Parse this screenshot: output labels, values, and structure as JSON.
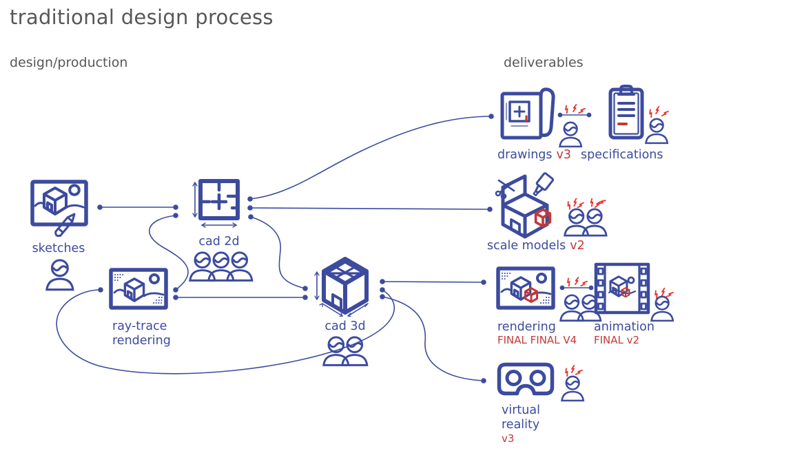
{
  "title": "traditional design process",
  "sections": {
    "left": "design/production",
    "right": "deliverables"
  },
  "colors": {
    "blue": "#3c4b9e",
    "red": "#c23937",
    "bolt": "#ea2f2b",
    "heading": "#575757"
  },
  "nodes": {
    "sketches": {
      "label": "sketches",
      "icon": "sketch-image-icon",
      "people": 1
    },
    "cad2d": {
      "label": "cad 2d",
      "icon": "floorplan-icon",
      "people": 3
    },
    "raytrace": {
      "label": "ray-trace rendering",
      "icon": "raytrace-image-icon",
      "people": 0
    },
    "cad3d": {
      "label": "cad 3d",
      "icon": "house-3d-icon",
      "people": 2
    }
  },
  "deliverables": {
    "drawings": {
      "label": "drawings",
      "version": "v3",
      "icon": "blueprint-icon",
      "people": 1
    },
    "specifications": {
      "label": "specifications",
      "version": "",
      "icon": "clipboard-icon",
      "people": 1
    },
    "scale_models": {
      "label": "scale models",
      "version": "v2",
      "icon": "cardboard-model-icon",
      "people": 2
    },
    "rendering": {
      "label": "rendering",
      "version": "FINAL FINAL V4",
      "icon": "render-image-icon",
      "people": 2
    },
    "animation": {
      "label": "animation",
      "version": "FINAL v2",
      "icon": "filmstrip-icon",
      "people": 1
    },
    "virtual_reality": {
      "label": "virtual reality",
      "version": "v3",
      "icon": "vr-goggles-icon",
      "people": 1
    }
  },
  "connections": [
    {
      "from": "sketches",
      "to": "cad2d"
    },
    {
      "from": "cad2d",
      "to": "raytrace"
    },
    {
      "from": "raytrace",
      "to": "cad3d"
    },
    {
      "from": "cad2d",
      "to": "drawings"
    },
    {
      "from": "cad2d",
      "to": "scale_models"
    },
    {
      "from": "cad2d",
      "to": "cad3d"
    },
    {
      "from": "cad3d",
      "to": "rendering"
    },
    {
      "from": "cad3d",
      "to": "raytrace"
    },
    {
      "from": "cad3d",
      "to": "virtual_reality"
    }
  ]
}
